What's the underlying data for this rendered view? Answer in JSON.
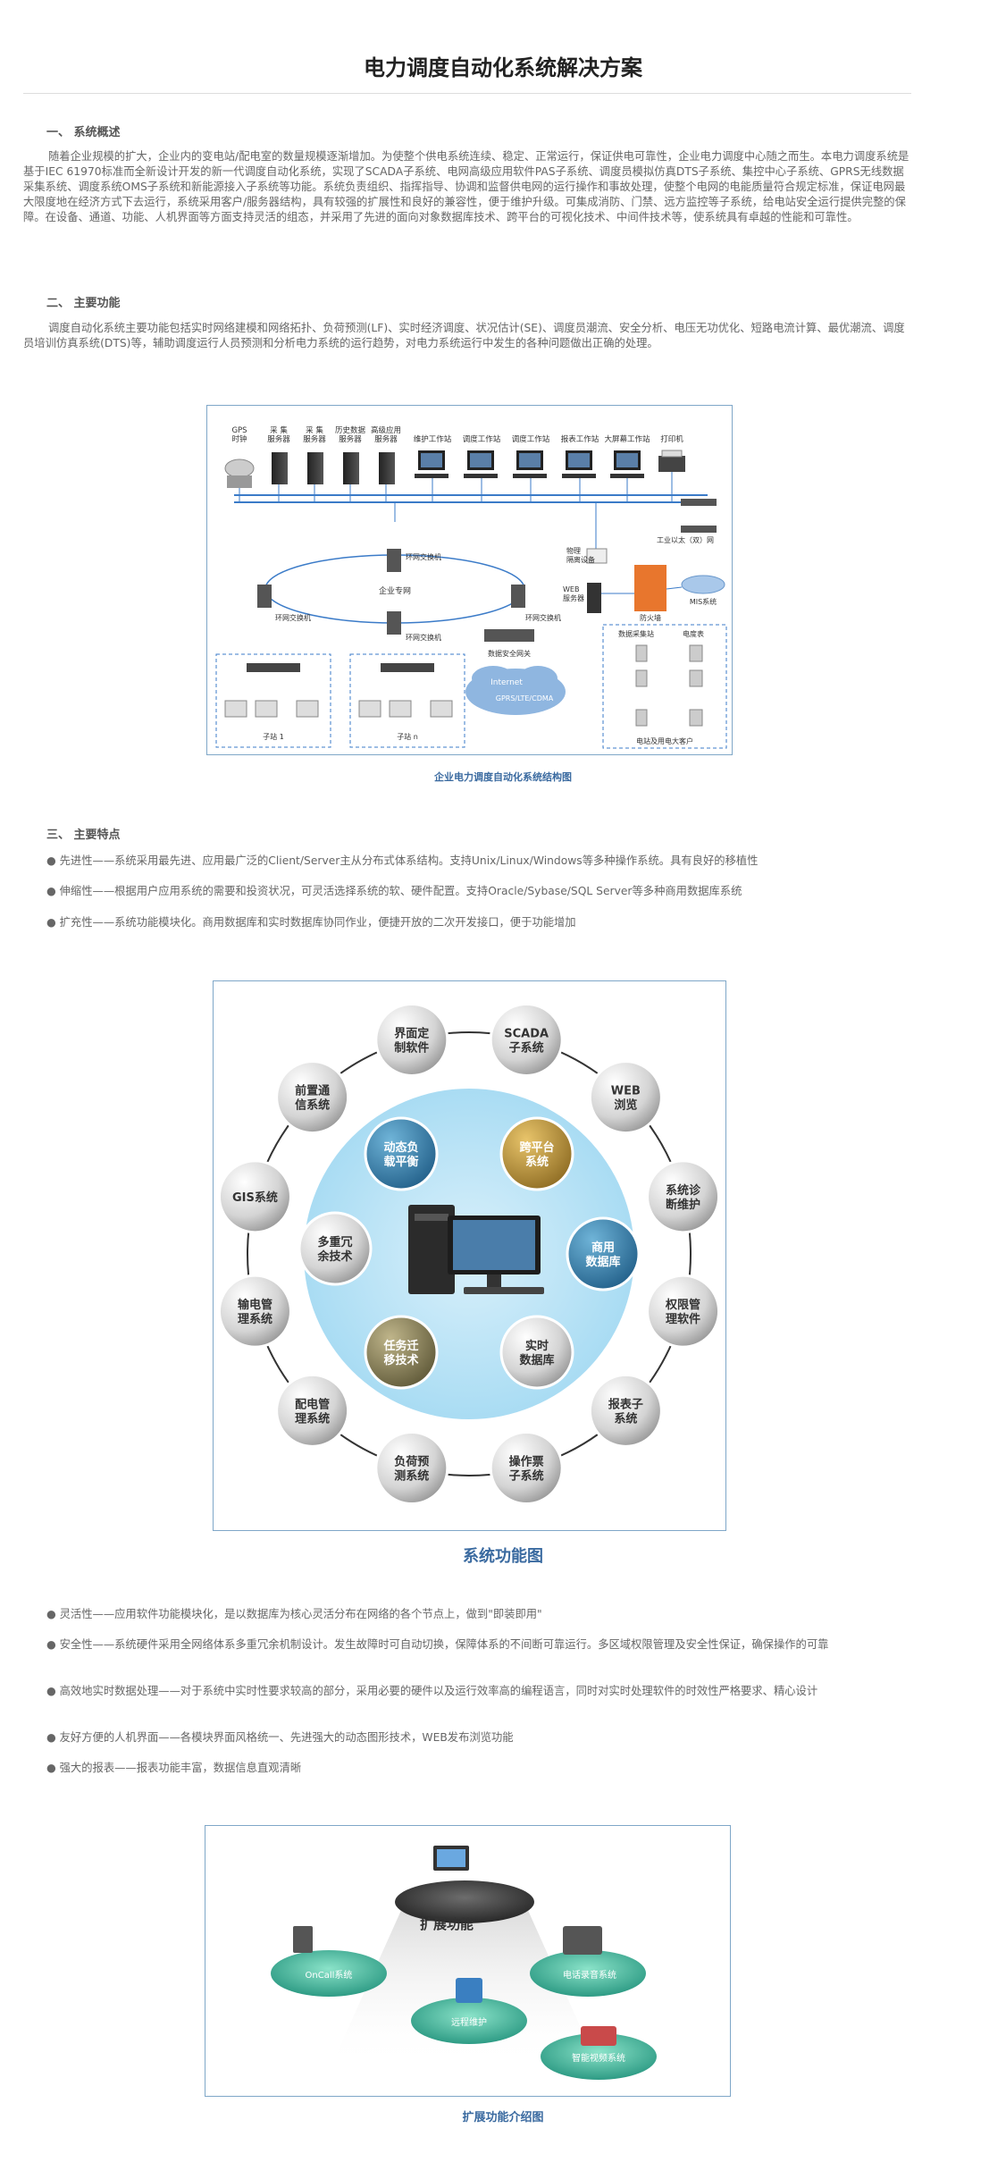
{
  "title": "电力调度自动化系统解决方案",
  "section1": {
    "heading": "一、 系统概述",
    "body": "随着企业规模的扩大，企业内的变电站/配电室的数量规模逐渐增加。为使整个供电系统连续、稳定、正常运行，保证供电可靠性，企业电力调度中心随之而生。本电力调度系统是基于IEC 61970标准而全新设计开发的新一代调度自动化系统，实现了SCADA子系统、电网高级应用软件PAS子系统、调度员模拟仿真DTS子系统、集控中心子系统、GPRS无线数据采集系统、调度系统OMS子系统和新能源接入子系统等功能。系统负责组织、指挥指导、协调和监督供电网的运行操作和事故处理，使整个电网的电能质量符合规定标准，保证电网最大限度地在经济方式下去运行，系统采用客户/服务器结构，具有较强的扩展性和良好的兼容性，便于维护升级。可集成消防、门禁、远方监控等子系统，给电站安全运行提供完整的保障。在设备、通道、功能、人机界面等方面支持灵活的组态，并采用了先进的面向对象数据库技术、跨平台的可视化技术、中间件技术等，使系统具有卓越的性能和可靠性。"
  },
  "section2": {
    "heading": "二、 主要功能",
    "body": "调度自动化系统主要功能包括实时网络建模和网络拓扑、负荷预测(LF)、实时经济调度、状况估计(SE)、调度员潮流、安全分析、电压无功优化、短路电流计算、最优潮流、调度员培训仿真系统(DTS)等，辅助调度运行人员预测和分析电力系统的运行趋势，对电力系统运行中发生的各种问题做出正确的处理。"
  },
  "figure1": {
    "caption": "企业电力调度自动化系统结构图",
    "labels": {
      "gps": "GPS\n时钟",
      "srv1": "采 集\n服务器",
      "srv2": "采 集\n服务器",
      "srv3": "历史数据\n服务器",
      "srv4": "高级应用\n服务器",
      "ws1": "维护工作站",
      "ws2": "调度工作站",
      "ws3": "调度工作站",
      "ws4": "报表工作站",
      "ws5": "大屏幕工作站",
      "printer": "打印机",
      "ethernet": "工业以太（双）网",
      "ring_switch": "环网交换机",
      "enterprise_net": "企业专网",
      "isolation": "物理\n隔离设备",
      "web_server": "WEB\n服务器",
      "firewall": "防火墙",
      "mis": "MIS系统",
      "gateway": "数据安全网关",
      "internet": "Internet",
      "gprs": "GPRS/LTE/CDMA",
      "collector": "数据采集站",
      "meter": "电度表",
      "substation1": "子站 1",
      "substationn": "子站 n",
      "remote": "电站及用电大客户"
    }
  },
  "section3": {
    "heading": "三、 主要特点",
    "bullets_a": [
      "● 先进性——系统采用最先进、应用最广泛的Client/Server主从分布式体系结构。支持Unix/Linux/Windows等多种操作系统。具有良好的移植性",
      "● 伸缩性——根据用户应用系统的需要和投资状况，可灵活选择系统的软、硬件配置。支持Oracle/Sybase/SQL Server等多种商用数据库系统",
      "● 扩充性——系统功能模块化。商用数据库和实时数据库协同作业，便捷开放的二次开发接口，便于功能增加"
    ],
    "bullets_b": [
      "● 灵活性——应用软件功能模块化，是以数据库为核心灵活分布在网络的各个节点上，做到\"即装即用\"",
      "● 安全性——系统硬件采用全网络体系多重冗余机制设计。发生故障时可自动切换，保障体系的不间断可靠运行。多区域权限管理及安全性保证，确保操作的可靠",
      "● 高效地实时数据处理——对于系统中实时性要求较高的部分，采用必要的硬件以及运行效率高的编程语言，同时对实时处理软件的时效性严格要求、精心设计",
      "● 友好方便的人机界面——各模块界面风格统一、先进强大的动态图形技术，WEB发布浏览功能",
      "● 强大的报表——报表功能丰富，数据信息直观清晰"
    ]
  },
  "figure2": {
    "caption": "系统功能图",
    "outer": [
      "界面定\n制软件",
      "SCADA\n子系统",
      "WEB\n浏览",
      "系统诊\n断维护",
      "权限管\n理软件",
      "报表子\n系统",
      "操作票\n子系统",
      "负荷预\n测系统",
      "配电管\n理系统",
      "输电管\n理系统",
      "GIS系统",
      "前置通\n信系统"
    ],
    "inner": [
      "动态负\n载平衡",
      "跨平台\n系统",
      "商用\n数据库",
      "实时\n数据库",
      "任务迁\n移技术",
      "多重冗\n余技术"
    ]
  },
  "figure3": {
    "caption": "扩展功能介绍图",
    "center": "扩展功能",
    "nodes": [
      "OnCall系统",
      "电话录音系统",
      "远程维护",
      "智能视频系统"
    ]
  },
  "colors": {
    "accent": "#3a6aa0",
    "frame": "#7fa7c8",
    "network": "#3b7bc8"
  }
}
